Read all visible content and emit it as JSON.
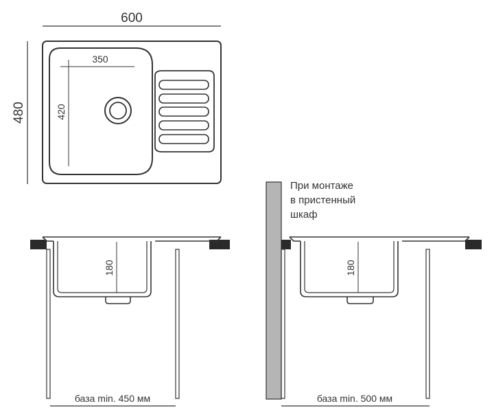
{
  "top_view": {
    "width_label": "600",
    "height_label": "480",
    "bowl_width_label": "350",
    "bowl_height_label": "420"
  },
  "front_view_standard": {
    "depth_label": "180",
    "base_label": "база min. 450 мм"
  },
  "front_view_wall": {
    "depth_label": "180",
    "base_label": "база min. 500 мм",
    "note_lines": [
      "При монтаже",
      "в пристенный",
      "шкаф"
    ]
  },
  "colors": {
    "line": "#333333",
    "countertop": "#2a2a2a",
    "wall_fill": "#b5b5b5"
  }
}
